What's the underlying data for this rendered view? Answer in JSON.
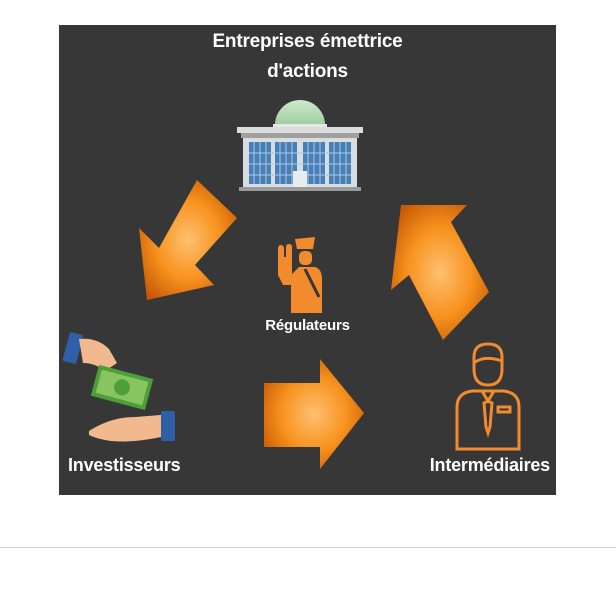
{
  "diagram": {
    "title_line1": "Entreprises émettrice",
    "title_line2": "d'actions",
    "center_label": "Régulateurs",
    "left_label": "Investisseurs",
    "right_label": "Intermédiaires",
    "icons": {
      "top": "building-icon",
      "center": "police-officer-icon",
      "left": "money-exchange-icon",
      "right": "businessman-icon"
    },
    "colors": {
      "background": "#373737",
      "arrow": "#f07a10",
      "arrow_highlight": "#ffc070",
      "icon_accent": "#f28a2e",
      "text": "#ffffff"
    }
  }
}
